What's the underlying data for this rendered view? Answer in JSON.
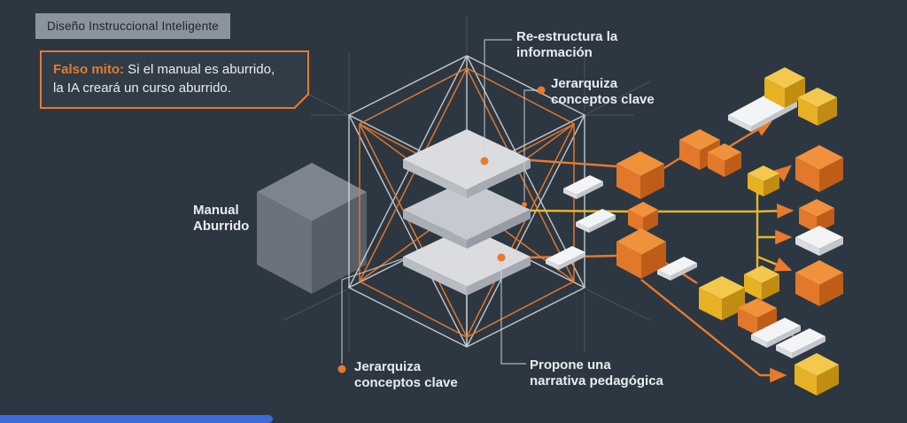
{
  "colors": {
    "background": "#2d3741",
    "orange": "#e87a2b",
    "yellow": "#e9b62a",
    "blue_bar": "#3d6bd9",
    "badge_bg": "#8b939c",
    "badge_text": "#1e252d",
    "text_light": "#e9ecef",
    "leader": "#cfd4d9"
  },
  "header": {
    "badge": "Diseño Instruccional Inteligente"
  },
  "callout": {
    "highlight": "Falso mito:",
    "rest": " Si el manual es aburrido,",
    "line2": "la IA creará un curso aburrido."
  },
  "labels": {
    "input": {
      "line1": "Manual",
      "line2": "Aburrido"
    },
    "annotation_top": {
      "line1": "Re-estructura la",
      "line2": "información"
    },
    "annotation_top_right": {
      "line1": "Jerarquiza",
      "line2": "conceptos clave"
    },
    "annotation_bottom_left": {
      "line1": "Jerarquiza",
      "line2": "conceptos clave"
    },
    "annotation_bottom_right": {
      "line1": "Propone una",
      "line2": "narrativa pedagógica"
    }
  }
}
